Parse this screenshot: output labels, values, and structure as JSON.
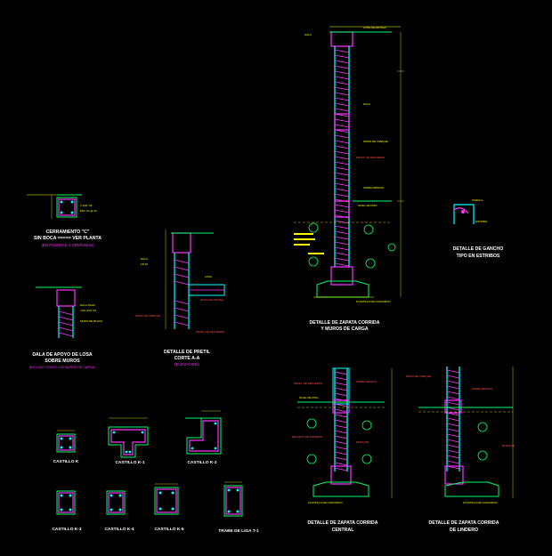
{
  "colors": {
    "background": "#000000",
    "title": "#ffffff",
    "subtitle": "#ff33ff",
    "rebar": "#00ffff",
    "stirrup": "#ff33ff",
    "concrete": "#00ff66",
    "dimension": "#ffff00",
    "note": "#ff4444",
    "soil": "#ffff00"
  },
  "details": {
    "cerramiento": {
      "title_1": "CERRAMIENTO \"C\"",
      "title_2": "SIN BOCA ===== VER PLANTA",
      "subtitle": "(EN PUERTAS Y VENTANAS)"
    },
    "dala": {
      "title_1": "DALA DE APOYO DE LOSA",
      "title_2": "SOBRE MUROS",
      "subtitle": "(EN CASO TODOS LOS MUROS DE CARGA)"
    },
    "pretil": {
      "title_1": "DETALLE DE PRETIL",
      "title_2": "CORTE A-A",
      "subtitle": "(ELEVACION)"
    },
    "zapata_carga": {
      "title_1": "DETALLE DE ZAPATA CORRIDA",
      "title_2": "Y MUROS DE CARGA"
    },
    "gancho": {
      "title_1": "DETALLE DE GANCHO",
      "title_2": "TIPO EN ESTRIBOS"
    },
    "zapata_central": {
      "title_1": "DETALLE DE ZAPATA CORRIDA",
      "title_2": "CENTRAL"
    },
    "zapata_lindero": {
      "title_1": "DETALLE DE ZAPATA CORRIDA",
      "title_2": "DE LINDERO"
    }
  },
  "castillos": [
    {
      "label": "CASTILLO K"
    },
    {
      "label": "CASTILLO K-1"
    },
    {
      "label": "CASTILLO K-2"
    },
    {
      "label": "CASTILLO K-3"
    },
    {
      "label": "CASTILLO K-4"
    },
    {
      "label": "CASTILLO K-5"
    },
    {
      "label": "TRABE DE LIGA T-1"
    }
  ]
}
